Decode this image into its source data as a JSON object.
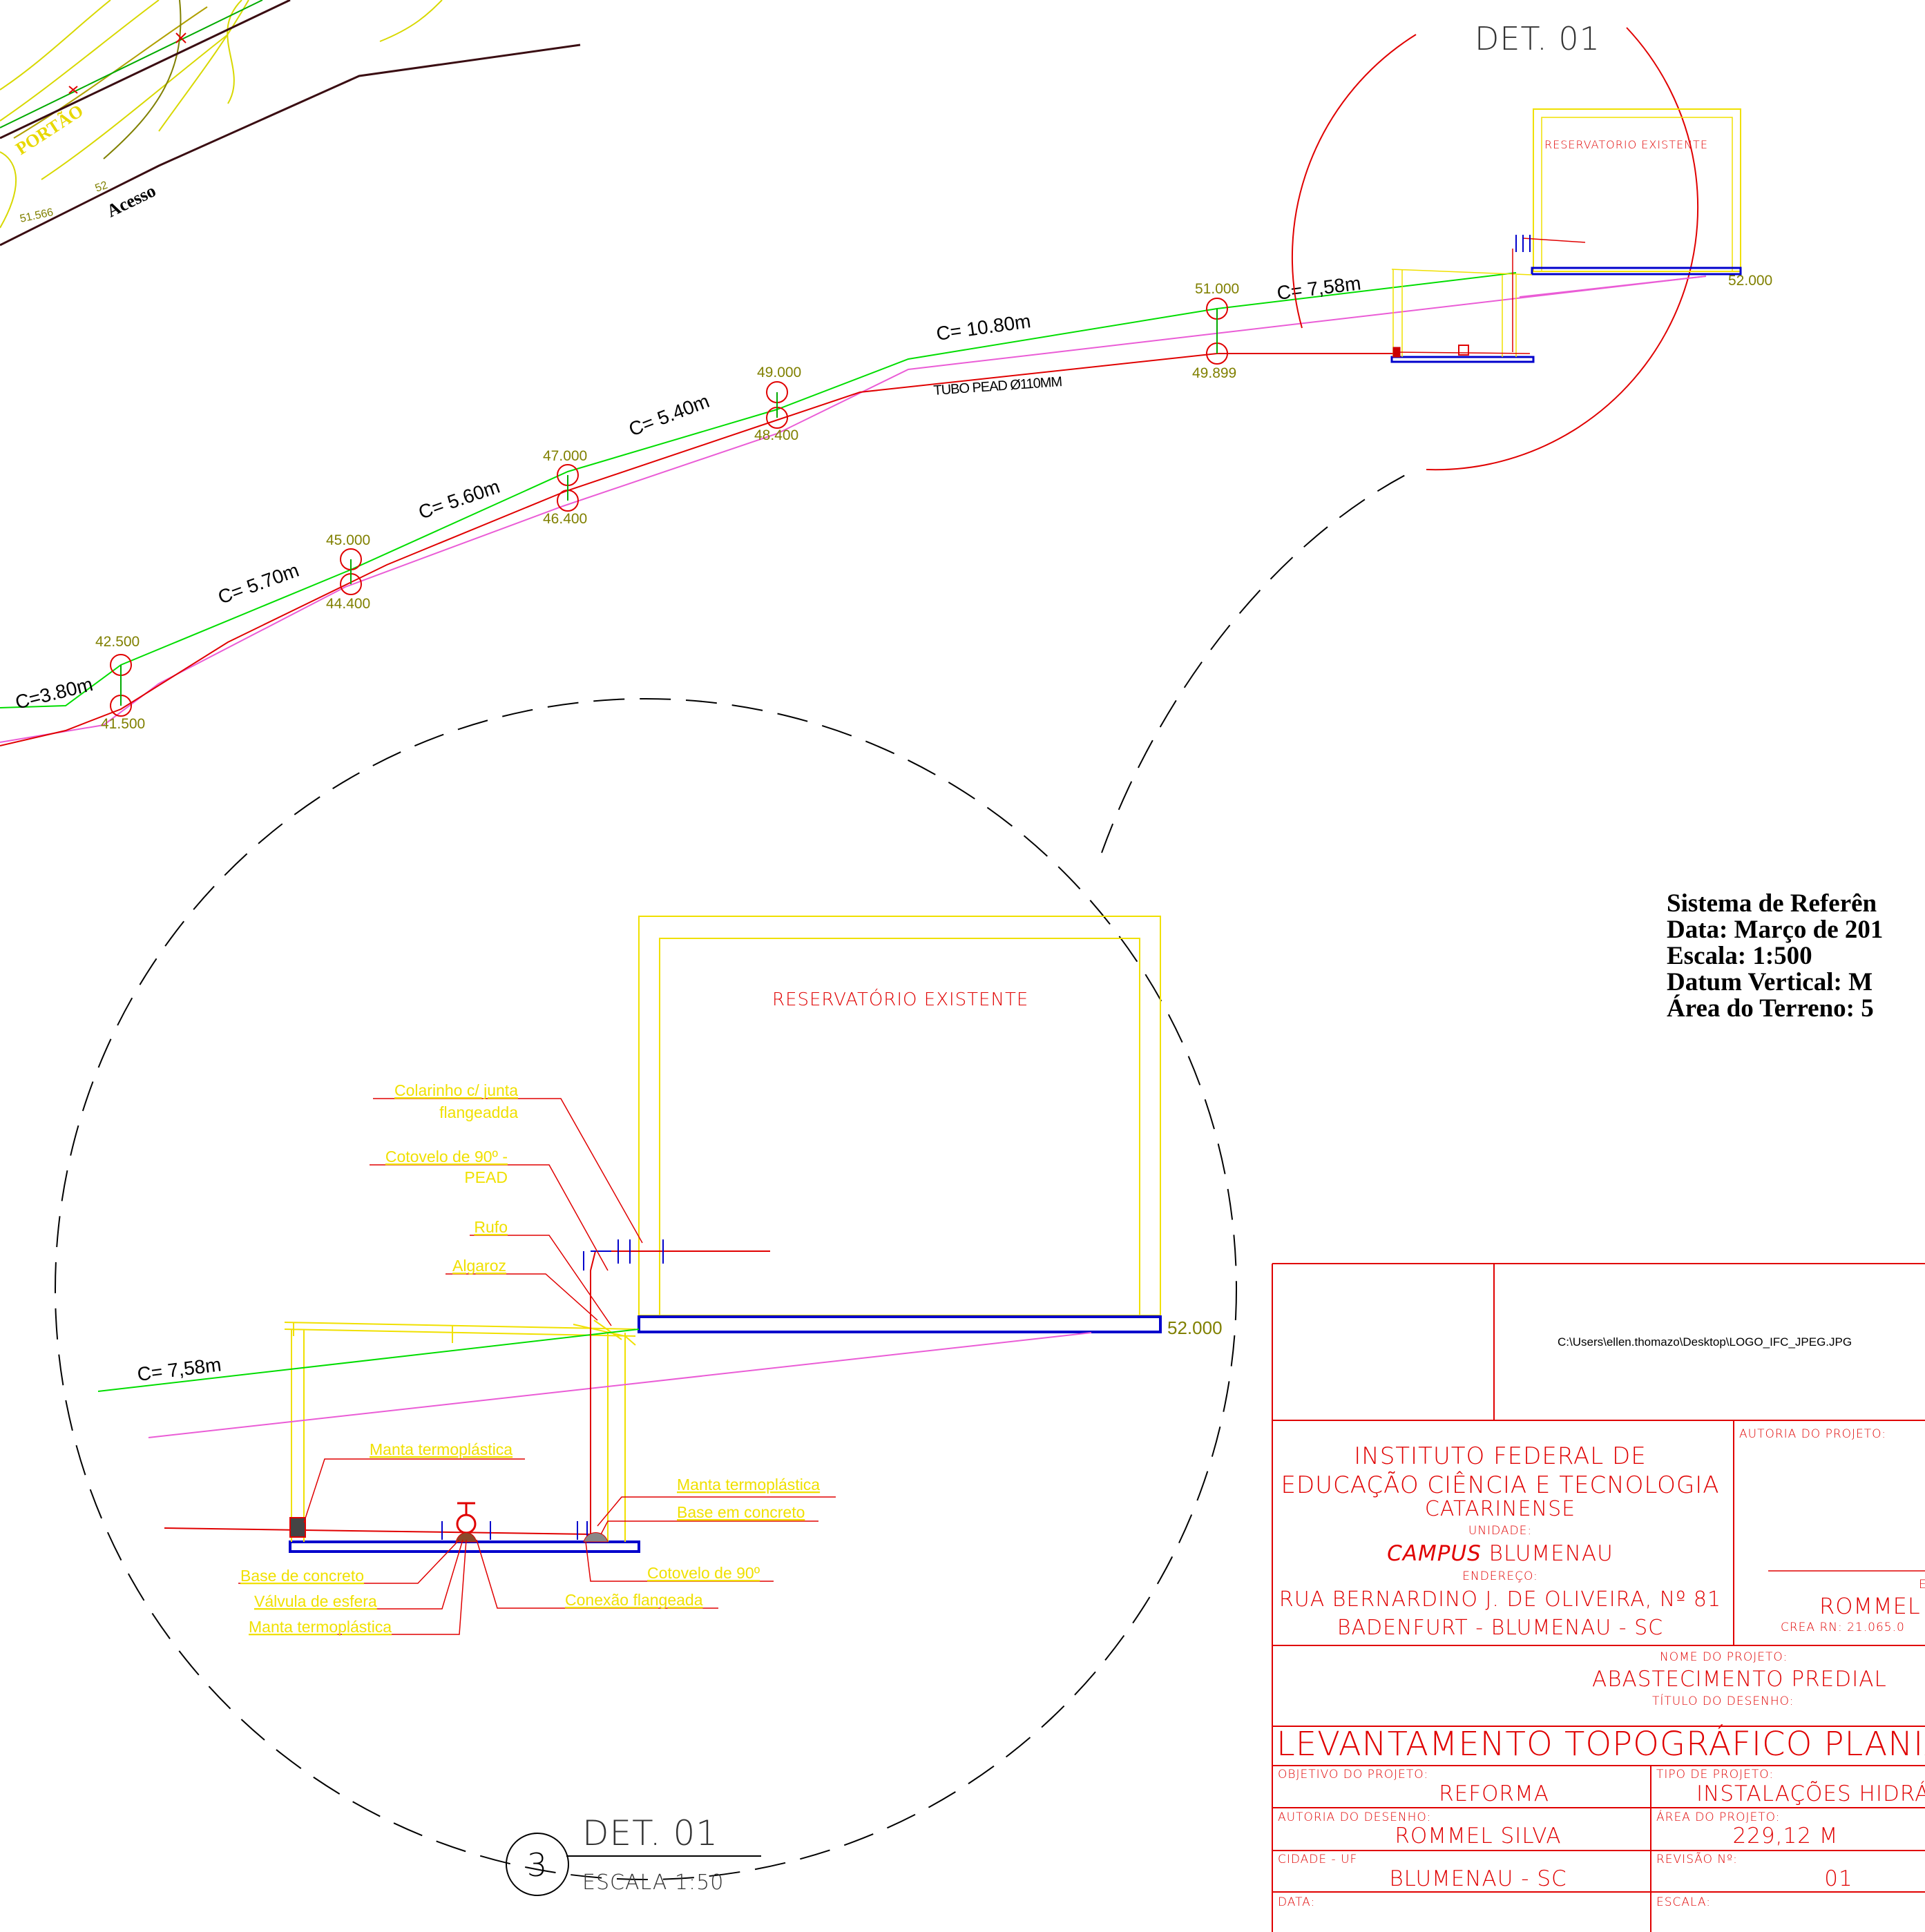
{
  "colors": {
    "terrain": "#d8d800",
    "terrain_dark": "#808000",
    "road": "#3a0d12",
    "green_line": "#00dd00",
    "pipe": "#e00000",
    "pink": "#ea5cd6",
    "blue": "#0000cc",
    "elev_text": "#808000",
    "callout": "#f0e000",
    "frame": "#e00000"
  },
  "site": {
    "portao_label": "PORTÃO",
    "acesso_label": "Acesso",
    "elev_small_1": "51.566",
    "elev_small_2": "52"
  },
  "profile": {
    "segments": [
      "C=3.80m",
      "C= 5.70m",
      "C= 5.60m",
      "C= 5.40m",
      "C= 10.80m",
      "C= 7,58m"
    ],
    "pipe_label": "TUBO PEAD Ø110MM",
    "nodes": [
      {
        "top": "42.500",
        "bottom": "41.500"
      },
      {
        "top": "45.000",
        "bottom": "44.400"
      },
      {
        "top": "47.000",
        "bottom": "46.400"
      },
      {
        "top": "49.000",
        "bottom": "48.400"
      },
      {
        "top": "51.000",
        "bottom": "49.899"
      }
    ],
    "end_elevation": "52.000"
  },
  "detail_small": {
    "title": "DET. 01",
    "reservoir_label": "RESERVATORIO EXISTENTE",
    "elevation": "52.000"
  },
  "detail_large": {
    "reservoir_label": "RESERVATÓRIO EXISTENTE",
    "elevation": "52.000",
    "segment": "C= 7,58m",
    "callouts": {
      "colarinho_1": "Colarinho  c/ junta",
      "colarinho_2": "flangeadda",
      "cotovelo_pead_1": "Cotovelo de 90º -",
      "cotovelo_pead_2": "PEAD",
      "rufo": "Rufo",
      "algaroz": "Algaroz",
      "manta_left": "Manta termoplástica",
      "manta_right": "Manta termoplástica",
      "base_em_concreto": "Base em concreto",
      "base_de_concreto": "Base de concreto",
      "valvula": "Válvula de esfera",
      "manta_bottom": "Manta termoplástica",
      "cotovelo_90": "Cotovelo de 90º",
      "conexao": "Conexão flangeada"
    },
    "marker_number": "3",
    "title": "DET. 01",
    "scale": "ESCALA 1:50"
  },
  "notes": [
    "Sistema de Referên",
    "Data: Março de 201",
    "Escala: 1:500",
    "Datum Vertical: M",
    "Área do Terreno: 5"
  ],
  "title_block": {
    "logo_path": "C:\\Users\\ellen.thomazo\\Desktop\\LOGO_IFC_JPEG.JPG",
    "institute_1": "INSTITUTO FEDERAL DE",
    "institute_2": "EDUCAÇÃO CIÊNCIA E TECNOLOGIA",
    "institute_3": "CATARINENSE",
    "unidade_label": "UNIDADE:",
    "campus_word": "CAMPUS",
    "campus_name": " BLUMENAU",
    "endereco_label": "ENDEREÇO:",
    "address_1": "RUA BERNARDINO J. DE OLIVEIRA, Nº 81",
    "address_2": "BADENFURT - BLUMENAU - SC",
    "autoria_projeto_label": "AUTORIA DO PROJETO:",
    "eng_partial": "E",
    "engineer": "ROMMEL S",
    "crea": "CREA RN: 21.065.0",
    "nome_projeto_label": "NOME DO PROJETO:",
    "nome_projeto": "ABASTECIMENTO PREDIAL",
    "titulo_label": "TÍTULO DO DESENHO:",
    "titulo": "LEVANTAMENTO TOPOGRÁFICO PLANIALTIM",
    "objetivo_label": "OBJETIVO DO PROJETO:",
    "objetivo": "REFORMA",
    "tipo_label": "TIPO DE PROJETO:",
    "tipo": "INSTALAÇÕES HIDRÁU",
    "autoria_desenho_label": "AUTORIA DO DESENHO:",
    "autoria_desenho": "ROMMEL SILVA",
    "area_label": "ÁREA DO PROJETO:",
    "area": "229,12 M",
    "cidade_label": "CIDADE - UF",
    "cidade": "BLUMENAU - SC",
    "revisao_label": "REVISÃO Nº:",
    "revisao": "01",
    "data_label": "DATA:",
    "escala_label": "ESCALA:"
  }
}
